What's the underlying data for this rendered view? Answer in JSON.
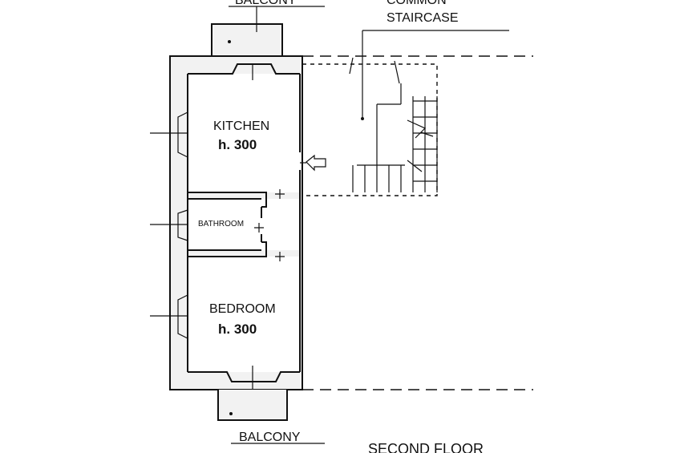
{
  "labels": {
    "balcony_top": "BALCONY",
    "common_staircase_line1": "COMMON",
    "common_staircase_line2": "STAIRCASE",
    "kitchen": "KITCHEN",
    "kitchen_height": "h. 300",
    "bathroom": "BATHROOM",
    "bedroom": "BEDROOM",
    "bedroom_height": "h. 300",
    "balcony_bottom": "BALCONY",
    "floor_title": "SECOND FLOOR"
  }
}
